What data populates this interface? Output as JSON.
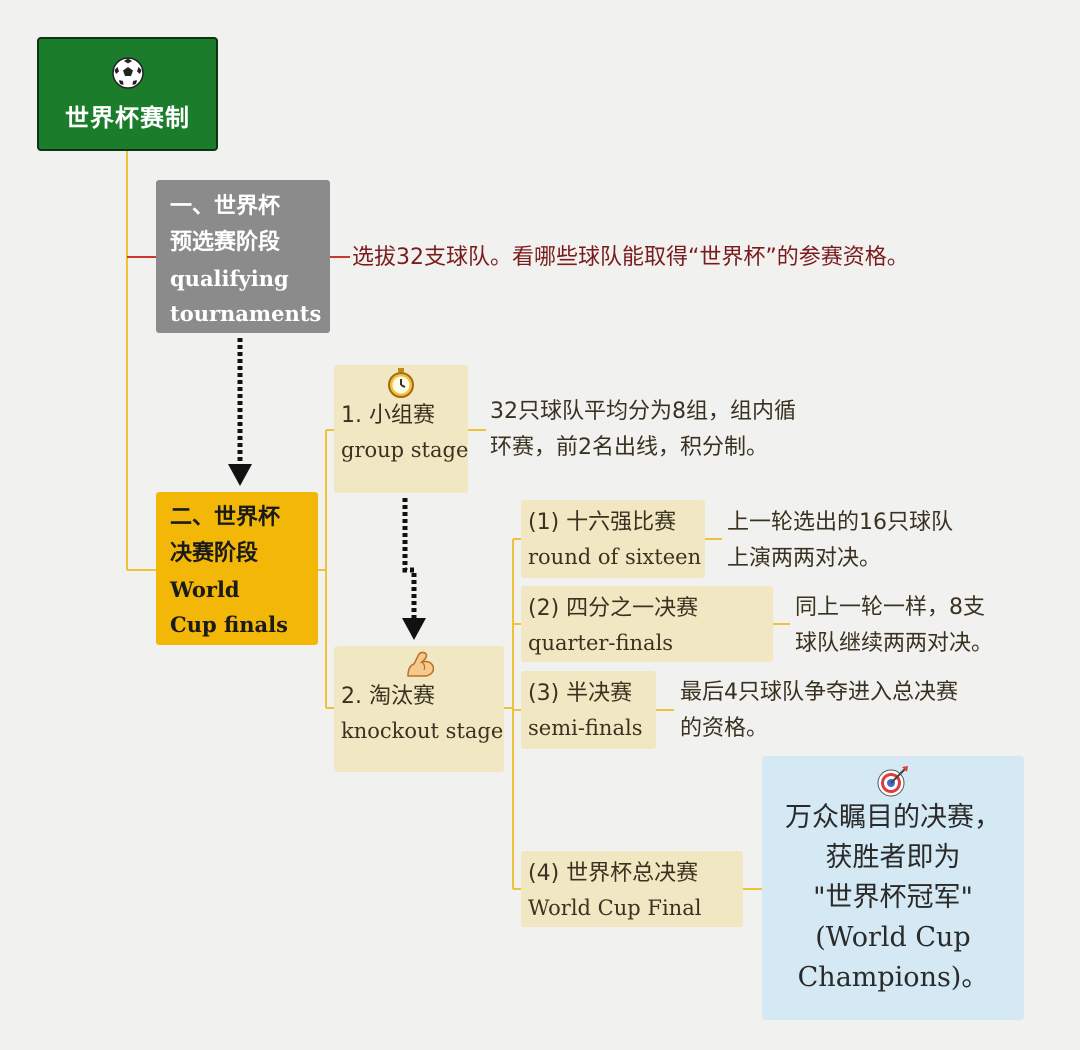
{
  "root": {
    "icon": "soccer-ball-icon",
    "title": "世界杯赛制"
  },
  "stage1": {
    "line1": "一、世界杯",
    "line2": "预选赛阶段",
    "en1": "qualifying",
    "en2": "tournaments",
    "desc": "选拔32支球队。看哪些球队能取得“世界杯”的参赛资格。"
  },
  "stage2": {
    "line1": "二、世界杯",
    "line2": "决赛阶段",
    "en1": "World",
    "en2": "Cup finals"
  },
  "group_stage": {
    "icon": "stopwatch-icon",
    "zh": "1. 小组赛",
    "en": "group stage",
    "desc1": "32只球队平均分为8组，组内循",
    "desc2": "环赛，前2名出线，积分制。"
  },
  "knockout_stage": {
    "icon": "flexed-arm-icon",
    "zh": "2. 淘汰赛",
    "en": "knockout stage"
  },
  "round16": {
    "zh": "(1) 十六强比赛",
    "en": "round of sixteen",
    "desc1": "上一轮选出的16只球队",
    "desc2": "上演两两对决。"
  },
  "quarter": {
    "zh": "(2) 四分之一决赛",
    "en": "quarter-finals",
    "desc1": "同上一轮一样，8支",
    "desc2": "球队继续两两对决。"
  },
  "semi": {
    "zh": "(3) 半决赛",
    "en": "semi-finals",
    "desc1": "最后4只球队争夺进入总决赛",
    "desc2": "的资格。"
  },
  "final": {
    "zh": "(4) 世界杯总决赛",
    "en": "World Cup Final"
  },
  "champion": {
    "icon": "target-icon",
    "line1": "万众瞩目的决赛，",
    "line2": "获胜者即为",
    "line3": "\"世界杯冠军\"",
    "line4": "(World Cup",
    "line5": "Champions)。"
  },
  "colors": {
    "root": "#1b7c2b",
    "stage1": "#8b8b8b",
    "stage2": "#f2b707",
    "sub_box": "#f1e8c3",
    "champion_box": "#d4e9f3",
    "connector": "#f0c23a",
    "qualifying_connector": "#c83a2a"
  }
}
